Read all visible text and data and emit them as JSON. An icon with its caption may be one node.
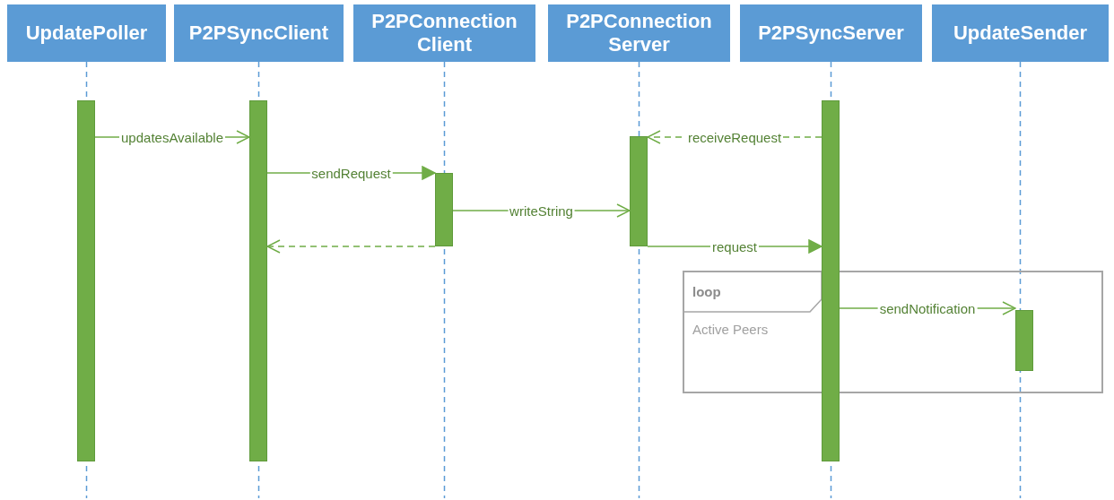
{
  "diagram": {
    "nodes": [
      {
        "text": [
          "UpdatePoller"
        ]
      },
      {
        "text": [
          "P2PSyncClient"
        ]
      },
      {
        "text": [
          "P2PConnection Client"
        ]
      },
      {
        "text": [
          "P2PConnection Server"
        ]
      },
      {
        "text": [
          "P2PSyncServer"
        ]
      },
      {
        "text": [
          "UpdateSender"
        ]
      },
      {
        "text": [
          "loop",
          "Active Peers"
        ]
      },
      {
        "text": [],
        "shape": "bar"
      },
      {
        "text": [],
        "shape": "bar"
      },
      {
        "text": [],
        "shape": "bar"
      },
      {
        "text": [],
        "shape": "bar"
      },
      {
        "text": [],
        "shape": "bar"
      },
      {
        "text": [],
        "shape": "bar",
        "in": 6
      }
    ],
    "edges": [
      {
        "from": 7,
        "to": 8,
        "arrow": "to",
        "label": "updatesAvailable"
      },
      {
        "from": 11,
        "to": 10,
        "arrow": "to",
        "label": "receiveRequest",
        "style": "dashed"
      },
      {
        "from": 8,
        "to": 9,
        "arrow": "to",
        "label": "sendRequest"
      },
      {
        "from": 9,
        "to": 10,
        "arrow": "to",
        "label": "writeString"
      },
      {
        "from": 9,
        "to": 8,
        "arrow": "to",
        "style": "dashed"
      },
      {
        "from": 10,
        "to": 11,
        "arrow": "to",
        "label": "request"
      },
      {
        "from": 11,
        "to": 12,
        "arrow": "to",
        "label": "sendNotification"
      }
    ]
  }
}
